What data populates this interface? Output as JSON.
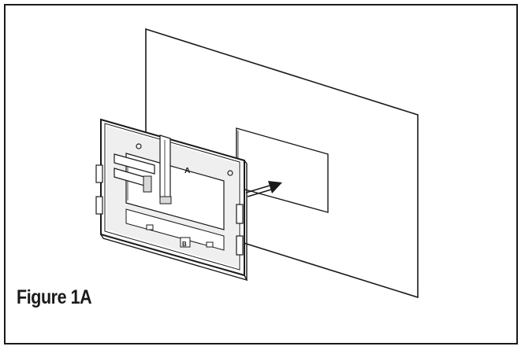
{
  "figure": {
    "caption": "Figure 1A",
    "callout_a": "A",
    "callout_b": "B"
  },
  "icons": [
    "arrow-icon"
  ],
  "colors": {
    "line": "#1a1a1a",
    "fill": "#ffffff",
    "shade": "#d9d9d9"
  }
}
